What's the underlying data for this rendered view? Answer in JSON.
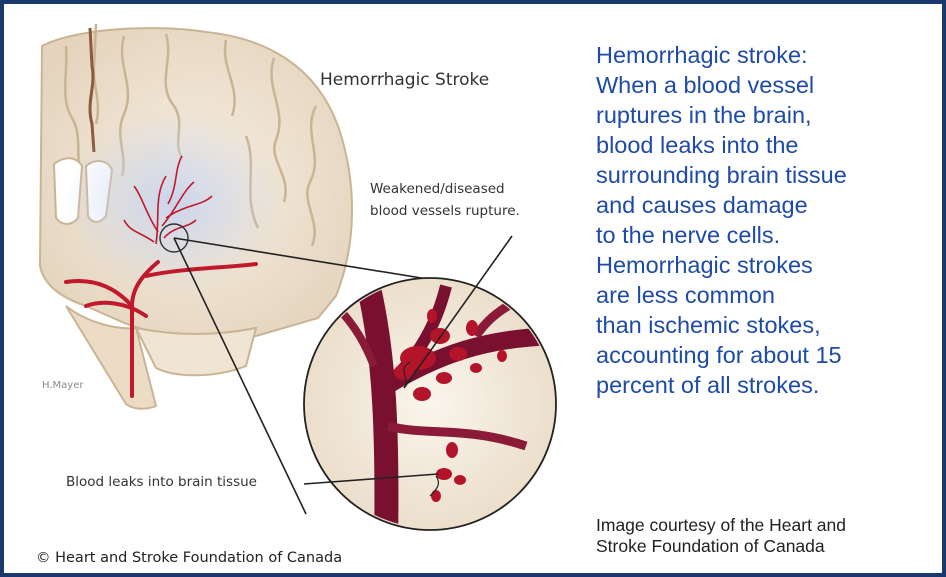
{
  "illustration": {
    "title": "Hemorrhagic Stroke",
    "annotation_vessels": [
      "Weakened/diseased",
      "blood vessels rupture."
    ],
    "annotation_leak": "Blood leaks into brain tissue",
    "artist_signature": "H.Mayer",
    "copyright": "© Heart and Stroke Foundation of Canada"
  },
  "caption": {
    "lines": [
      "Hemorrhagic stroke:",
      "When a blood vessel",
      "ruptures in the brain,",
      "blood leaks into the",
      "surrounding brain tissue",
      "and causes damage",
      "to the nerve cells.",
      "Hemorrhagic strokes",
      "are less common",
      "than ischemic stokes,",
      "accounting for about 15",
      "percent of all strokes."
    ]
  },
  "credit": {
    "lines": [
      "Image courtesy of the Heart and",
      "Stroke Foundation of Canada"
    ]
  },
  "colors": {
    "frame": "#1a3a6e",
    "caption_text": "#1e4aa8",
    "blood": "#b3142a",
    "vessel": "#7a1030"
  }
}
